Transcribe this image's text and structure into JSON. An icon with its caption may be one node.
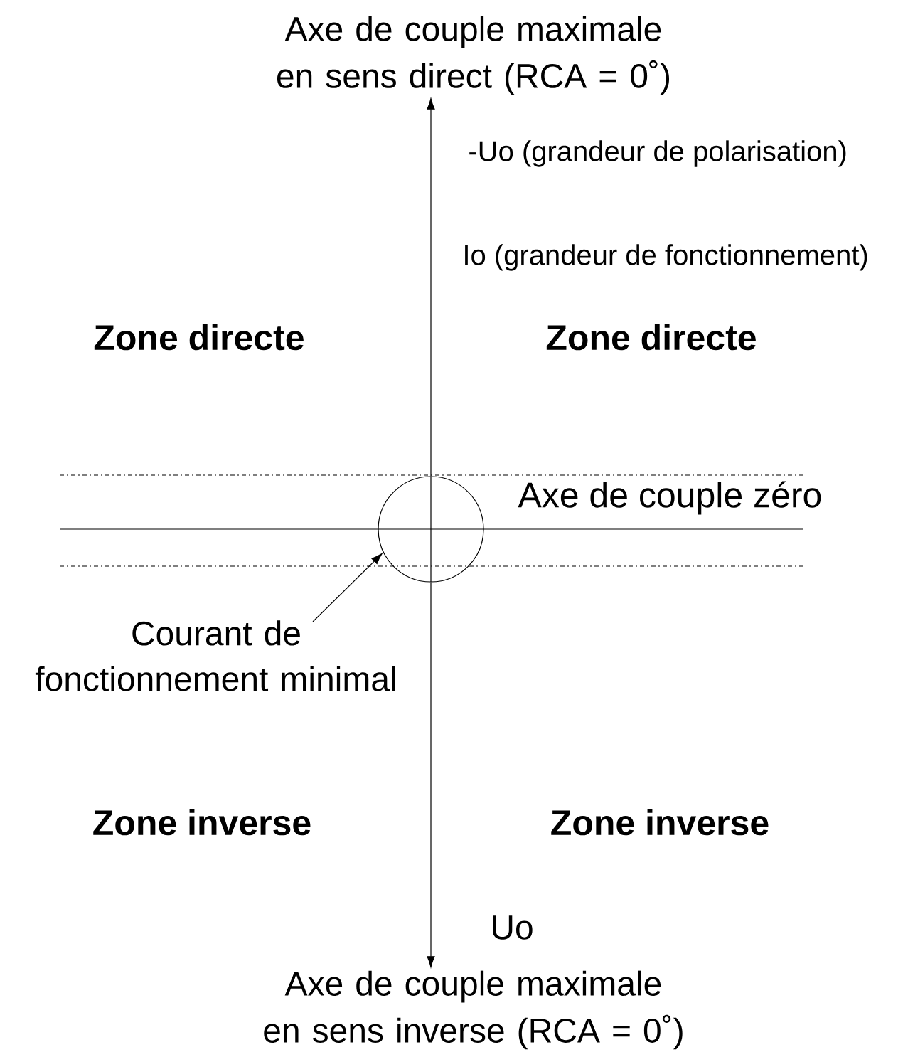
{
  "diagram": {
    "nodes": [
      {
        "text": [
          "Axe de couple maximale en sens direct (RCA = 0˚)"
        ]
      },
      {
        "text": [
          "Axe de couple maximale en sens inverse (RCA = 0˚)"
        ]
      },
      {
        "text": [],
        "shape": "circle"
      },
      {
        "text": [
          "Courant de fonctionnement minimal"
        ]
      }
    ],
    "edges": [
      {
        "from": 2,
        "to": 0,
        "arrow": "to"
      },
      {
        "from": 2,
        "to": 1,
        "arrow": "to"
      },
      {
        "from": 3,
        "to": 2,
        "arrow": "to"
      }
    ],
    "labels": [
      "-Uo (grandeur de polarisation)",
      "Io (grandeur de fonctionnement)",
      "Zone directe",
      "Zone directe",
      "Axe de couple zéro",
      "Zone inverse",
      "Zone inverse",
      "Uo"
    ]
  }
}
